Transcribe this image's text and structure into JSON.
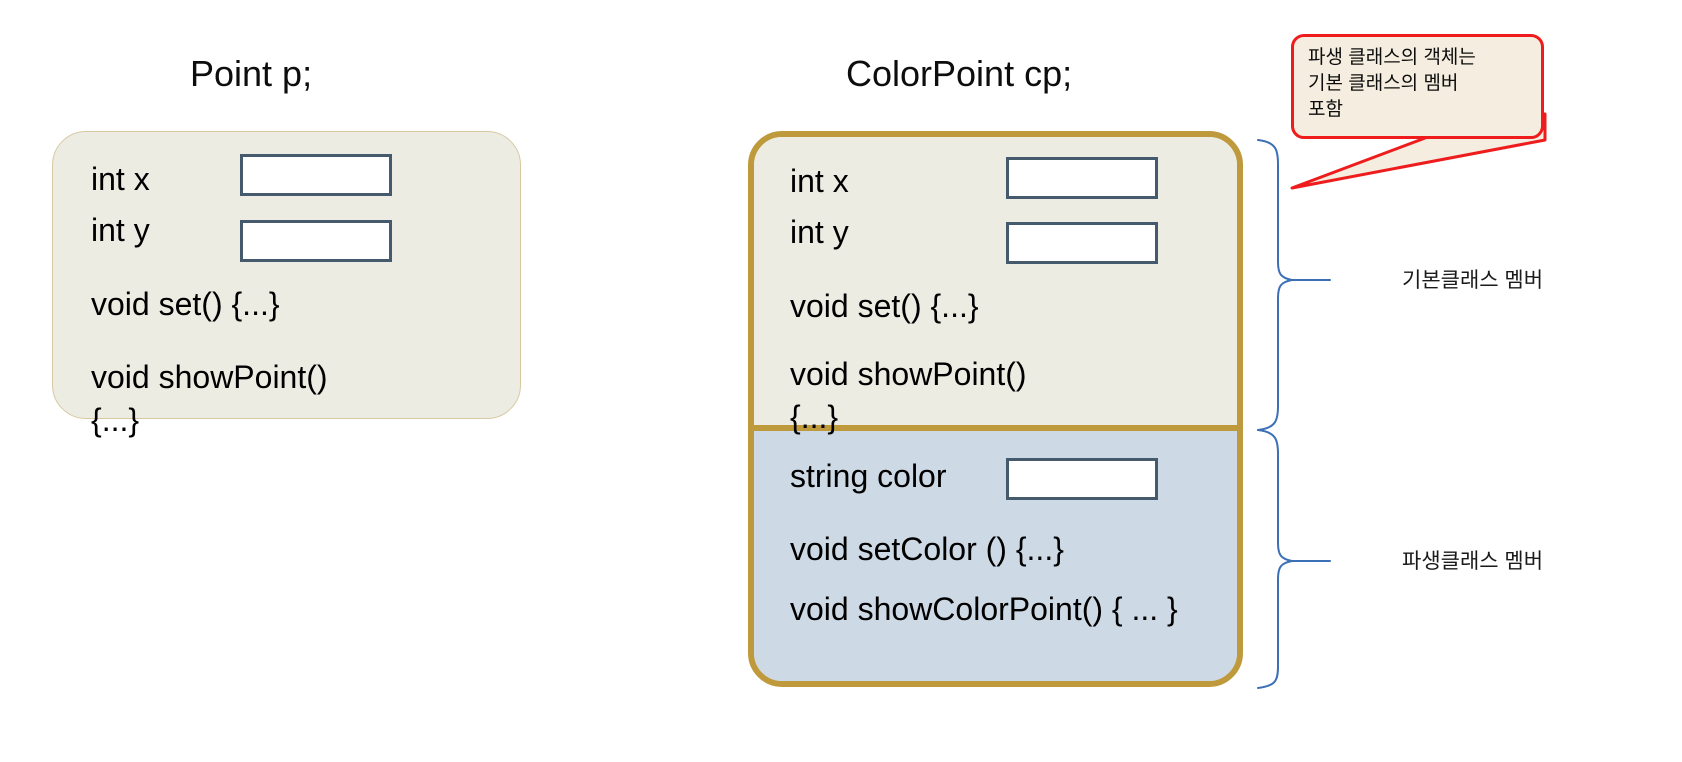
{
  "diagram": {
    "title_base_object": "Point p;",
    "title_derived_object": "ColorPoint cp;"
  },
  "base_object": {
    "label": "Point p;",
    "members": [
      {
        "text": "int x",
        "has_slot": true
      },
      {
        "text": "int y",
        "has_slot": true
      },
      {
        "text": "void set() {...}",
        "has_slot": false
      },
      {
        "text": "void showPoint()",
        "has_slot": false
      },
      {
        "text": "{...}",
        "has_slot": false
      }
    ]
  },
  "derived_object": {
    "label": "ColorPoint cp;",
    "inherited_section": {
      "members": [
        {
          "text": "int x",
          "has_slot": true
        },
        {
          "text": "int y",
          "has_slot": true
        },
        {
          "text": "void set() {...}",
          "has_slot": false
        },
        {
          "text": "void showPoint()",
          "has_slot": false
        },
        {
          "text": "{...}",
          "has_slot": false
        }
      ]
    },
    "own_section": {
      "members": [
        {
          "text": "string color",
          "has_slot": true
        },
        {
          "text": "void setColor () {...}",
          "has_slot": false
        },
        {
          "text": "void showColorPoint() { ... }",
          "has_slot": false
        }
      ]
    }
  },
  "brace_labels": {
    "base_members": "기본클래스 멤버",
    "derived_members": "파생클래스 멤버"
  },
  "callout": {
    "text": "파생 클래스의 객체는\n기본 클래스의 멤버\n포함"
  },
  "colors": {
    "base_fill": "#ECECE3",
    "base_border": "#D8C9A3",
    "derived_border": "#BF9A3C",
    "derived_fill": "#CDD9E5",
    "slot_border": "#465A6E",
    "slot_fill": "#FFFFFF",
    "callout_border": "#EE1C1C",
    "callout_fill": "#F5EEE0",
    "brace_stroke": "#3B6FB6"
  }
}
